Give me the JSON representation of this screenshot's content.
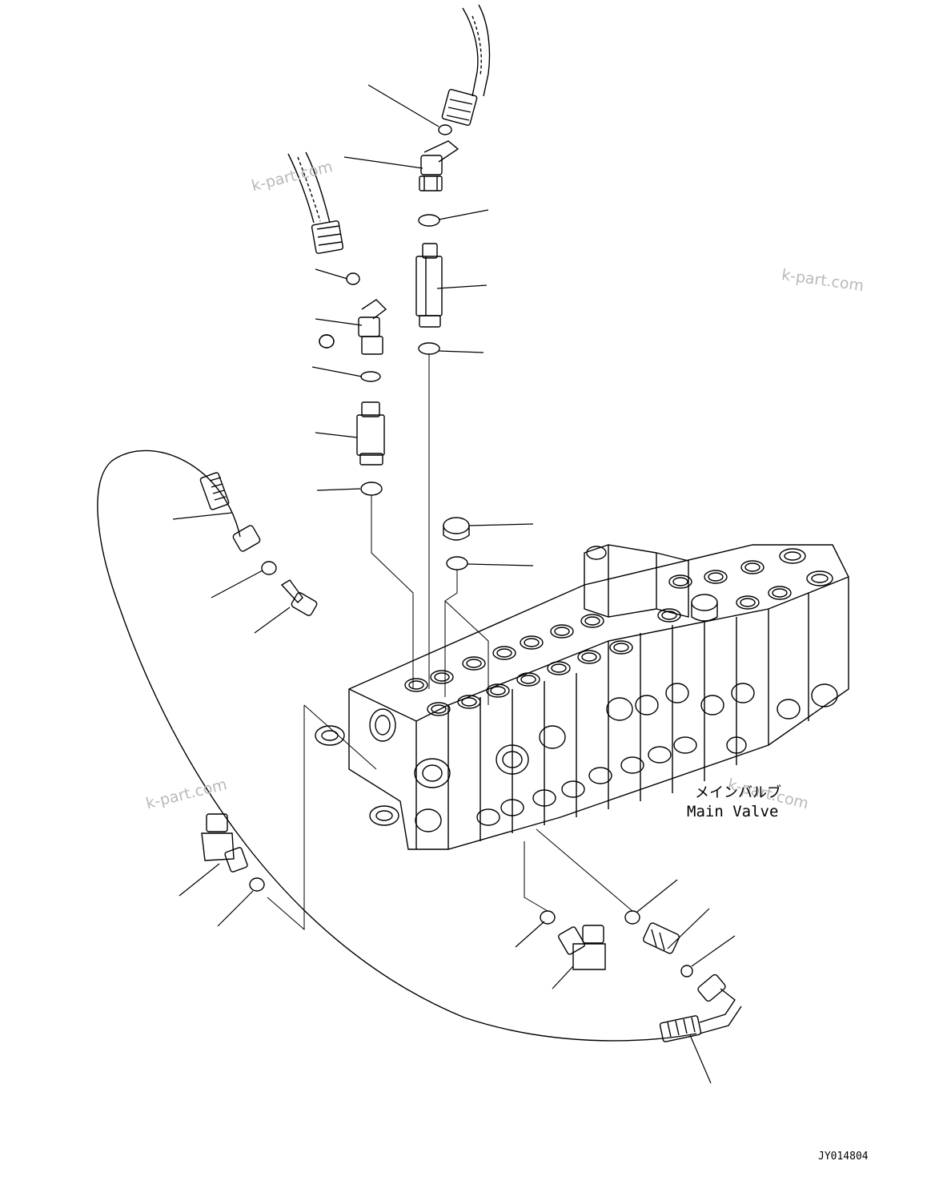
{
  "watermarks": [
    "k-part.com",
    "k-part.com",
    "k-part.com",
    "k-part.com"
  ],
  "main_valve": {
    "label_jp": "メインバルブ",
    "label_en": "Main Valve"
  },
  "drawing_code": "JY014804"
}
